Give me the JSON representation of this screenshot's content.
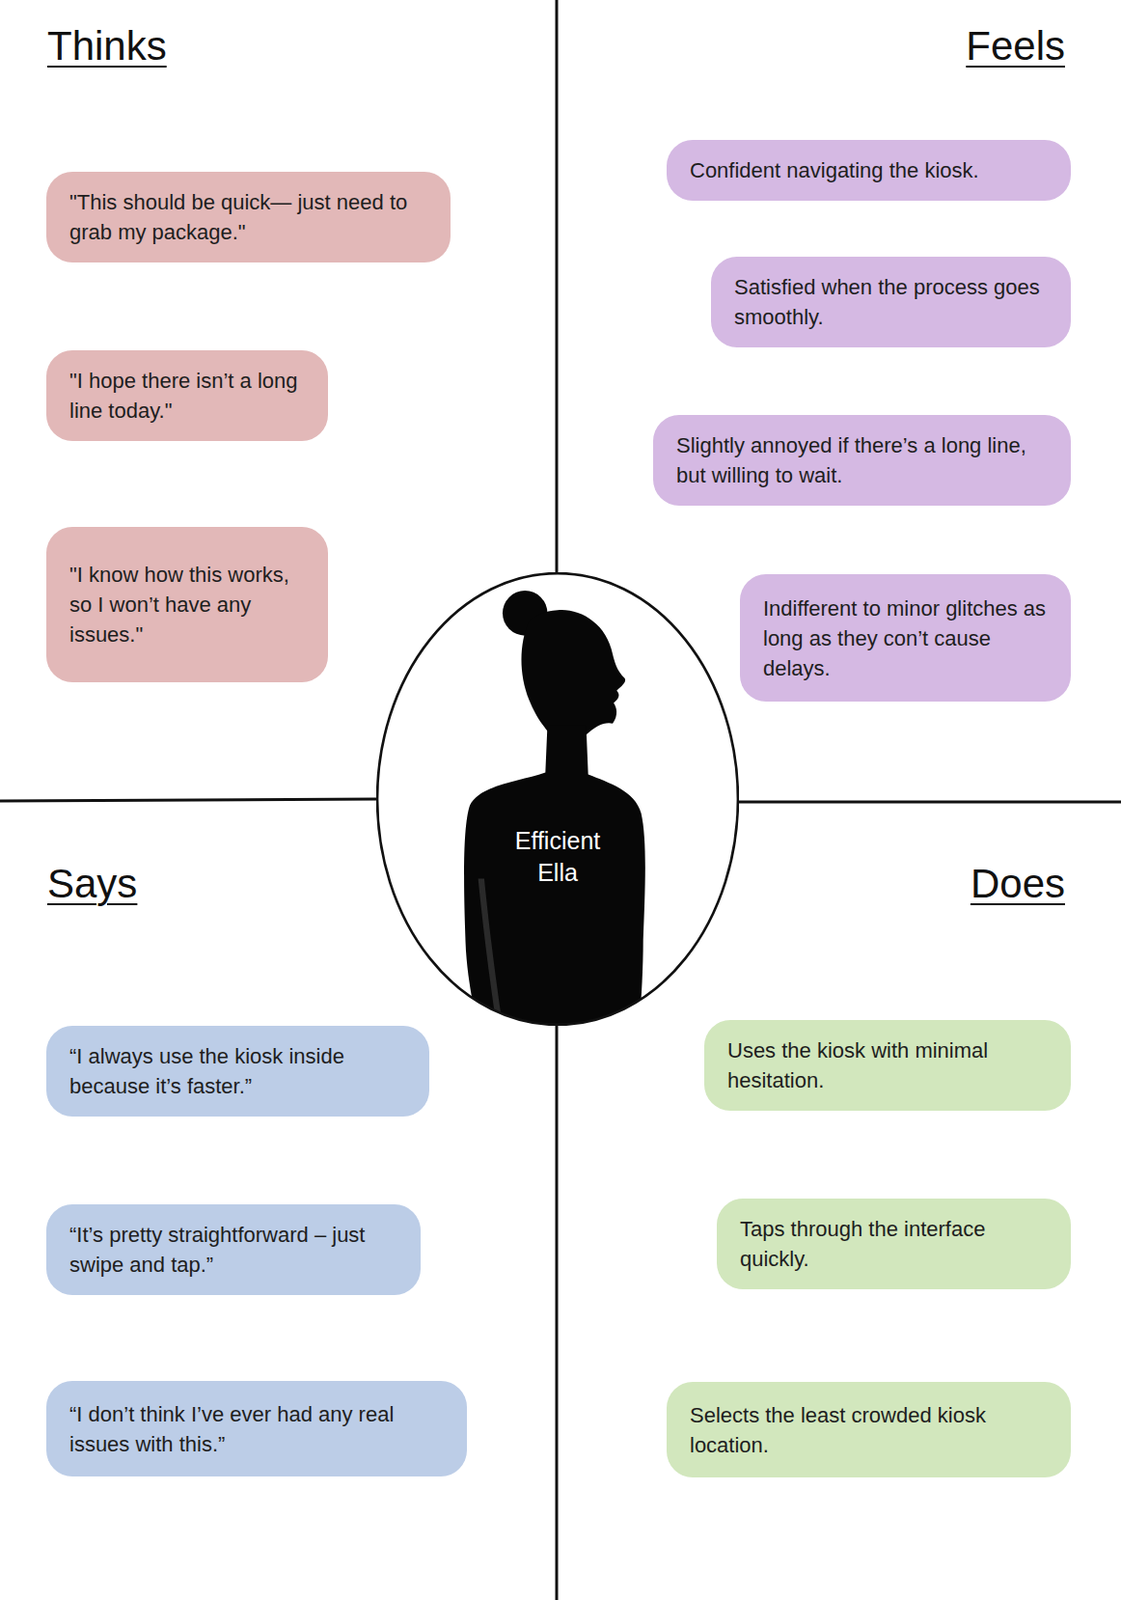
{
  "diagram": {
    "nodes": [
      {
        "text": [
          "\"This should be quick— just need to grab my package.\""
        ]
      },
      {
        "text": [
          "\"I hope there isn’t a long line today.\""
        ]
      },
      {
        "text": [
          "\"I know how this works, so I won’t have any issues.\""
        ]
      },
      {
        "text": [
          "Confident navigating the kiosk."
        ]
      },
      {
        "text": [
          "Satisfied when the process goes smoothly."
        ]
      },
      {
        "text": [
          "Slightly annoyed if there’s a long line, but willing to wait."
        ]
      },
      {
        "text": [
          "Indifferent to minor glitches as long as they con’t cause delays."
        ]
      },
      {
        "text": [
          "Efficient Ella"
        ]
      },
      {
        "text": [
          "“I always use the kiosk inside because it’s faster.”"
        ]
      },
      {
        "text": [
          "“It’s pretty straightforward – just swipe and tap.”"
        ]
      },
      {
        "text": [
          "“I don’t think I’ve ever had any real issues with this.”"
        ]
      },
      {
        "text": [
          "Uses the kiosk with minimal hesitation."
        ]
      },
      {
        "text": [
          "Taps through the interface quickly."
        ]
      },
      {
        "text": [
          "Selects the least crowded kiosk location."
        ]
      }
    ],
    "labels": [
      "Thinks",
      "Feels",
      "Says",
      "Does"
    ]
  }
}
